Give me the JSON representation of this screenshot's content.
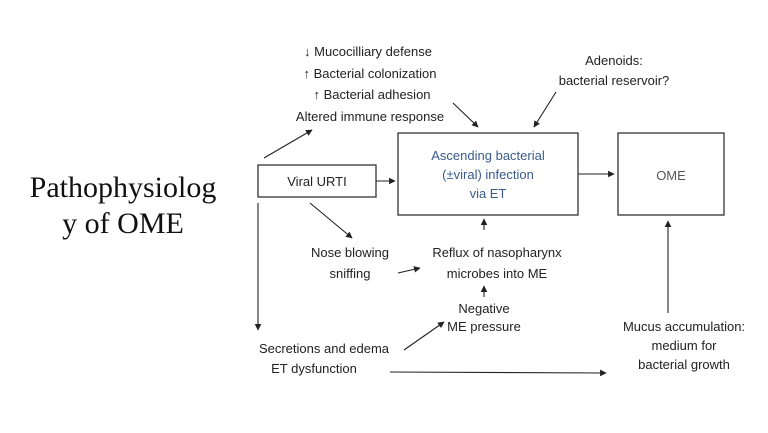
{
  "side_title": {
    "line1": "Pathophysiolog",
    "line2": "y of OME"
  },
  "risk_factors": [
    "↓ Mucocilliary defense",
    "↑ Bacterial colonization",
    "↑ Bacterial adhesion",
    "Altered immune response"
  ],
  "adenoids": {
    "line1": "Adenoids:",
    "line2": "bacterial reservoir?"
  },
  "viral_urti": "Viral URTI",
  "ascending": {
    "line1": "Ascending bacterial",
    "line2": "(±viral) infection",
    "line3": "via ET"
  },
  "ome": "OME",
  "nose_blowing": {
    "line1": "Nose blowing",
    "line2": "sniffing"
  },
  "reflux": {
    "line1": "Reflux of nasopharynx",
    "line2": "microbes into ME"
  },
  "negative_pressure": {
    "line1": "Negative",
    "line2": "ME pressure"
  },
  "secretions": {
    "line1": "Secretions and edema",
    "line2": "ET dysfunction"
  },
  "mucus": {
    "line1": "Mucus accumulation:",
    "line2": "medium for",
    "line3": "bacterial growth"
  },
  "colors": {
    "ascending_text": "#3a5a8c",
    "ome_text": "#555555",
    "line": "#222222"
  }
}
